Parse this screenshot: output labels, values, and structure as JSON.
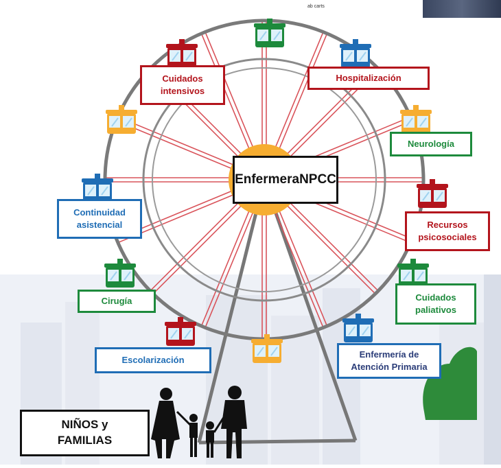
{
  "center": {
    "line1": "Enfermera",
    "line2": "NPCC"
  },
  "family": {
    "text": "NIÑOS y\nFAMILIAS"
  },
  "labels": [
    {
      "text": "Cuidados\nintensivos"
    },
    {
      "text": "Hospitalización"
    },
    {
      "text": "Neurología"
    },
    {
      "text": "Continuidad\nasistencial"
    },
    {
      "text": "Recursos\npsicosociales"
    },
    {
      "text": "Cirugía"
    },
    {
      "text": "Cuidados\npaliativos"
    },
    {
      "text": "Escolarización"
    },
    {
      "text": "Enfermería de\nAtención Primaria"
    }
  ],
  "corner_caption": "ab carts",
  "colors": {
    "red": "#b3141c",
    "green": "#1d8a3c",
    "blue": "#1f6db5",
    "yellow": "#f6ad31",
    "hub": "#f6ad31",
    "spoke": "#d9535a",
    "wheel": "#777777"
  }
}
